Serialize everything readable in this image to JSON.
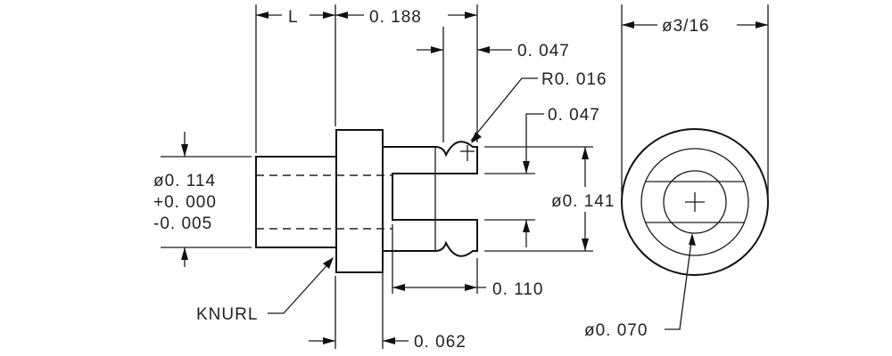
{
  "side_view": {
    "dim_length": "L",
    "dim_body": "0. 188",
    "dim_groove_width": "0. 047",
    "dim_groove_radius": "R0. 016",
    "dim_slot": "0. 047",
    "dim_shank_diameter_lines": [
      "ø0. 114",
      "+0. 000",
      "-0. 005"
    ],
    "dim_tip_diameter": "ø0. 141",
    "dim_slot_depth": "0. 110",
    "dim_collar": "0. 062",
    "knurl_label": "KNURL"
  },
  "end_view": {
    "dim_outer_diameter": "ø3/16",
    "dim_bore_diameter": "ø0. 070"
  }
}
